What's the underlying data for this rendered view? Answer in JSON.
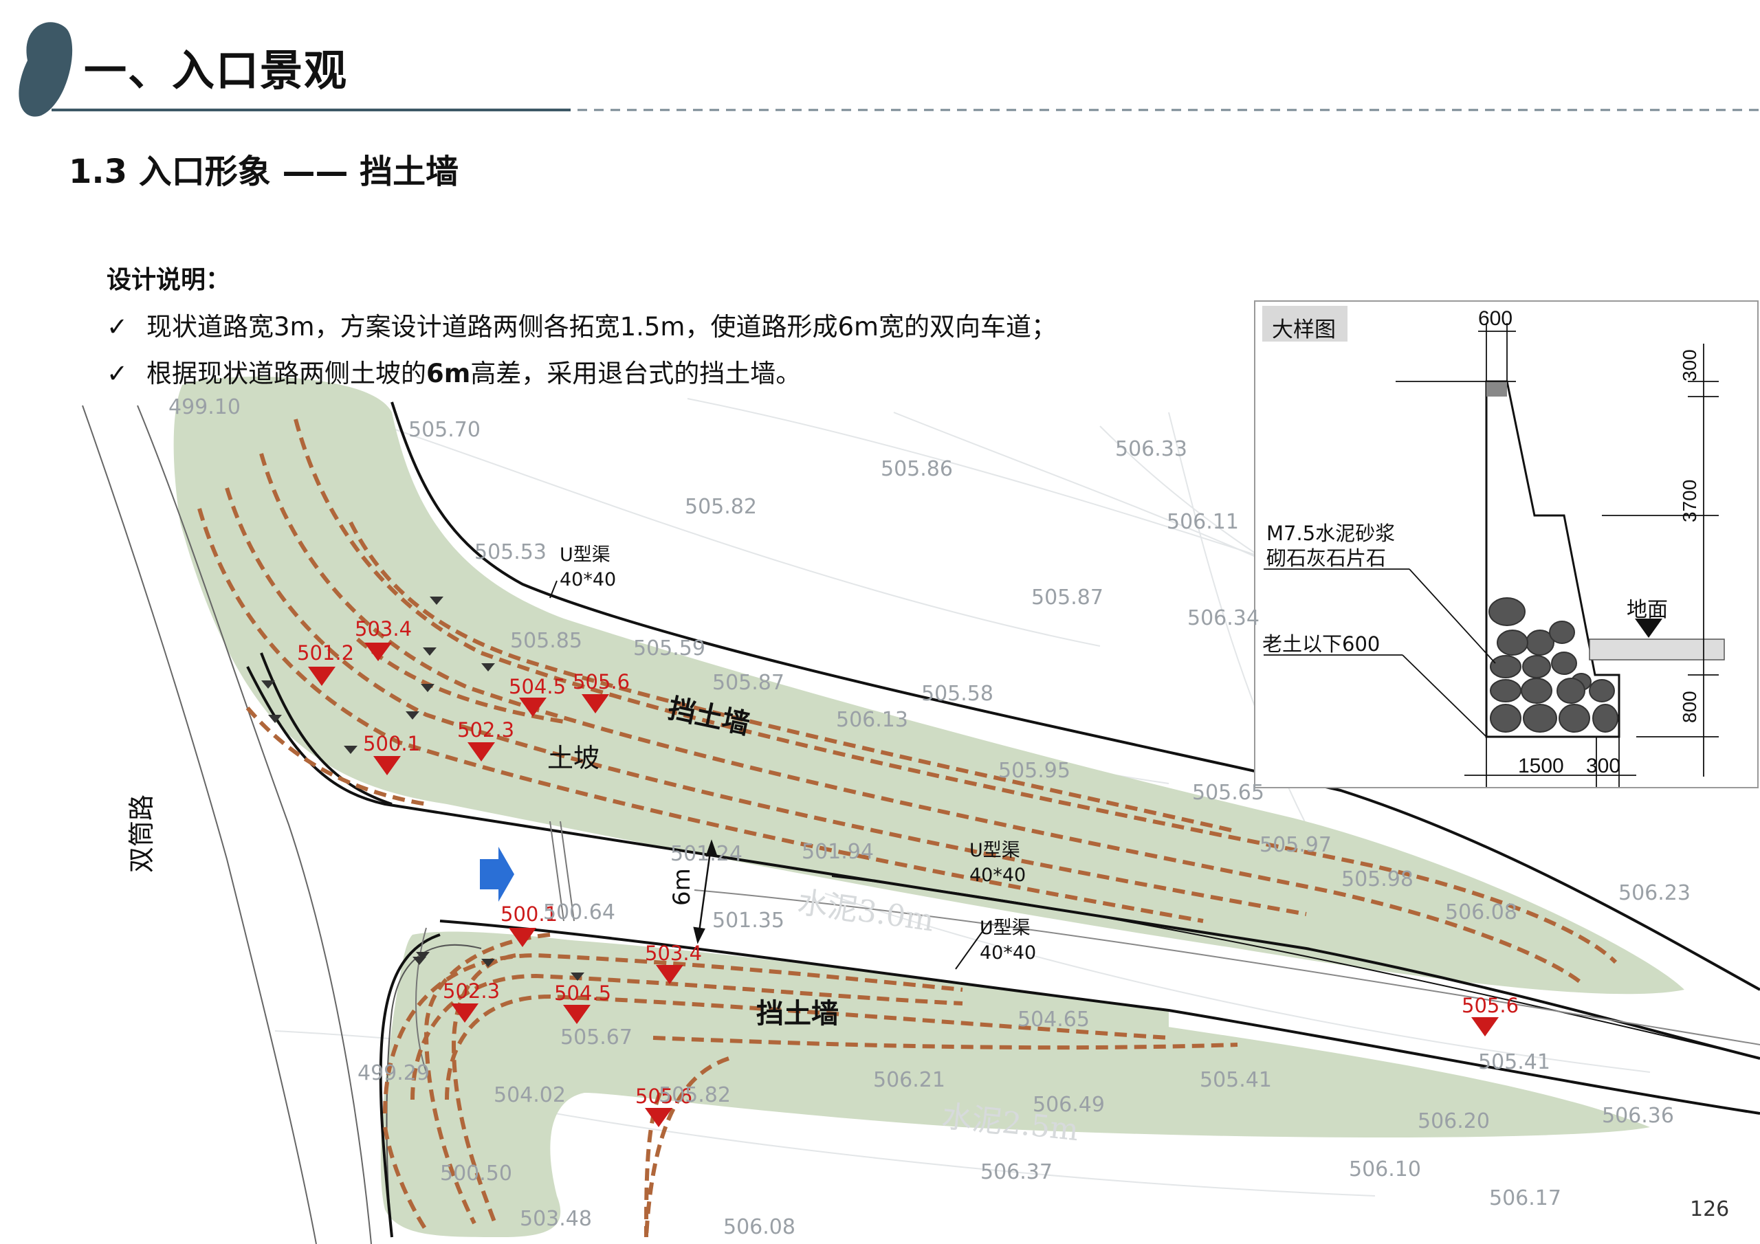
{
  "header": {
    "title": "一、入口景观"
  },
  "subtitle": "1.3 入口形象 —— 挡土墙",
  "notes": {
    "heading": "设计说明：",
    "items": [
      {
        "check": "✓",
        "text": "现状道路宽3m，方案设计道路两侧各拓宽1.5m，使道路形成6m宽的双向车道；"
      },
      {
        "check": "✓",
        "pre": "根据现状道路两侧土坡的",
        "bold": "6m",
        "post": "高差，采用退台式的挡土墙。"
      }
    ]
  },
  "plan": {
    "road_name": "双筒路",
    "width_label": "6m",
    "labels": {
      "retaining_wall_upper": "挡土墙",
      "retaining_wall_lower": "挡土墙",
      "slope": "土坡",
      "channel_1": "U型渠",
      "channel_1_size": "40*40",
      "channel_2": "U型渠",
      "channel_2_size": "40*40",
      "channel_3": "U型渠",
      "channel_3_size": "40*40"
    },
    "elevations_red": [
      "503.4",
      "501.2",
      "504.5",
      "505.6",
      "502.3",
      "500.1",
      "500.1",
      "503.4",
      "502.3",
      "504.5",
      "505.6",
      "505.6"
    ],
    "spot_heights": [
      "499.10",
      "505.70",
      "506.33",
      "505.86",
      "505.82",
      "506.11",
      "505.53",
      "505.87",
      "506.34",
      "505.85",
      "505.59",
      "505.87",
      "505.58",
      "506.13",
      "505.95",
      "505.65",
      "505.97",
      "505.98",
      "506.08",
      "506.23",
      "501.24",
      "501.94",
      "501.35",
      "500.64",
      "505.67",
      "504.65",
      "504.02",
      "506.21",
      "506.49",
      "505.41",
      "505.41",
      "506.20",
      "506.36",
      "506.37",
      "506.10",
      "506.17",
      "506.08",
      "503.48",
      "500.50",
      "499.29",
      "505.82"
    ],
    "pale_text": [
      "水泥3.0m",
      "水泥2.5m"
    ]
  },
  "detail": {
    "title": "大样图",
    "dim_top": "600",
    "dim_h1": "300",
    "dim_h2": "3700",
    "dim_h3": "800",
    "dim_b1": "1500",
    "dim_b2": "300",
    "material_1": "M7.5水泥砂浆",
    "material_2": "砌石灰石片石",
    "foundation": "老土以下600",
    "ground": "地面"
  },
  "page_number": "126",
  "colors": {
    "header_accent": "#3d5866",
    "green_area": "#cfdcc4",
    "red_marker": "#cc1a1a",
    "dash_line": "#b0663a",
    "arrow_blue": "#2a6fd6"
  }
}
